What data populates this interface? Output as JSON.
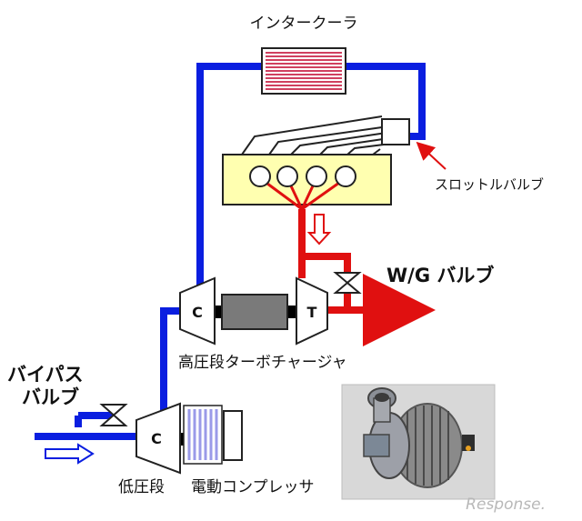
{
  "labels": {
    "intercooler": "インタークーラ",
    "throttle_valve": "スロットルバルブ",
    "wg_valve": "W/G バルブ",
    "compressor_hp": "C",
    "turbine": "T",
    "compressor_lp": "C",
    "hp_turbo": "高圧段ターボチャージャ",
    "bypass_valve_line1": "バイパス",
    "bypass_valve_line2": "バルブ",
    "lp_stage": "低圧段",
    "e_compressor": "電動コンプレッサ",
    "watermark": "Response."
  },
  "colors": {
    "intake_line": "#0a1ee0",
    "exhaust_line": "#e01010",
    "intercooler_stripes": "#c0002a",
    "engine_block": "#ffffb0",
    "shaft_core": "#7a7a7a",
    "motor_coil": "#9a9ae8"
  }
}
